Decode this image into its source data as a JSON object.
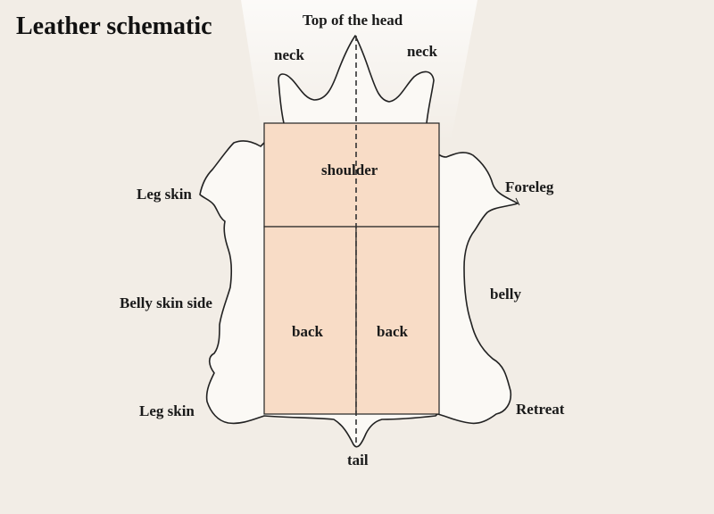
{
  "title": "Leather schematic",
  "regions": {
    "shoulder": "shoulder",
    "back_left": "back",
    "back_right": "back"
  },
  "labels": {
    "top_of_head": "Top of the head",
    "neck_left": "neck",
    "neck_right": "neck",
    "leg_skin_upper": "Leg skin",
    "foreleg": "Foreleg",
    "belly_skin_side": "Belly skin side",
    "belly": "belly",
    "leg_skin_lower": "Leg skin",
    "retreat": "Retreat",
    "tail": "tail"
  },
  "colors": {
    "background": "#f2ede6",
    "hide_fill": "#fbf9f5",
    "panel_fill": "#f8dcc6",
    "outline": "#222222"
  }
}
